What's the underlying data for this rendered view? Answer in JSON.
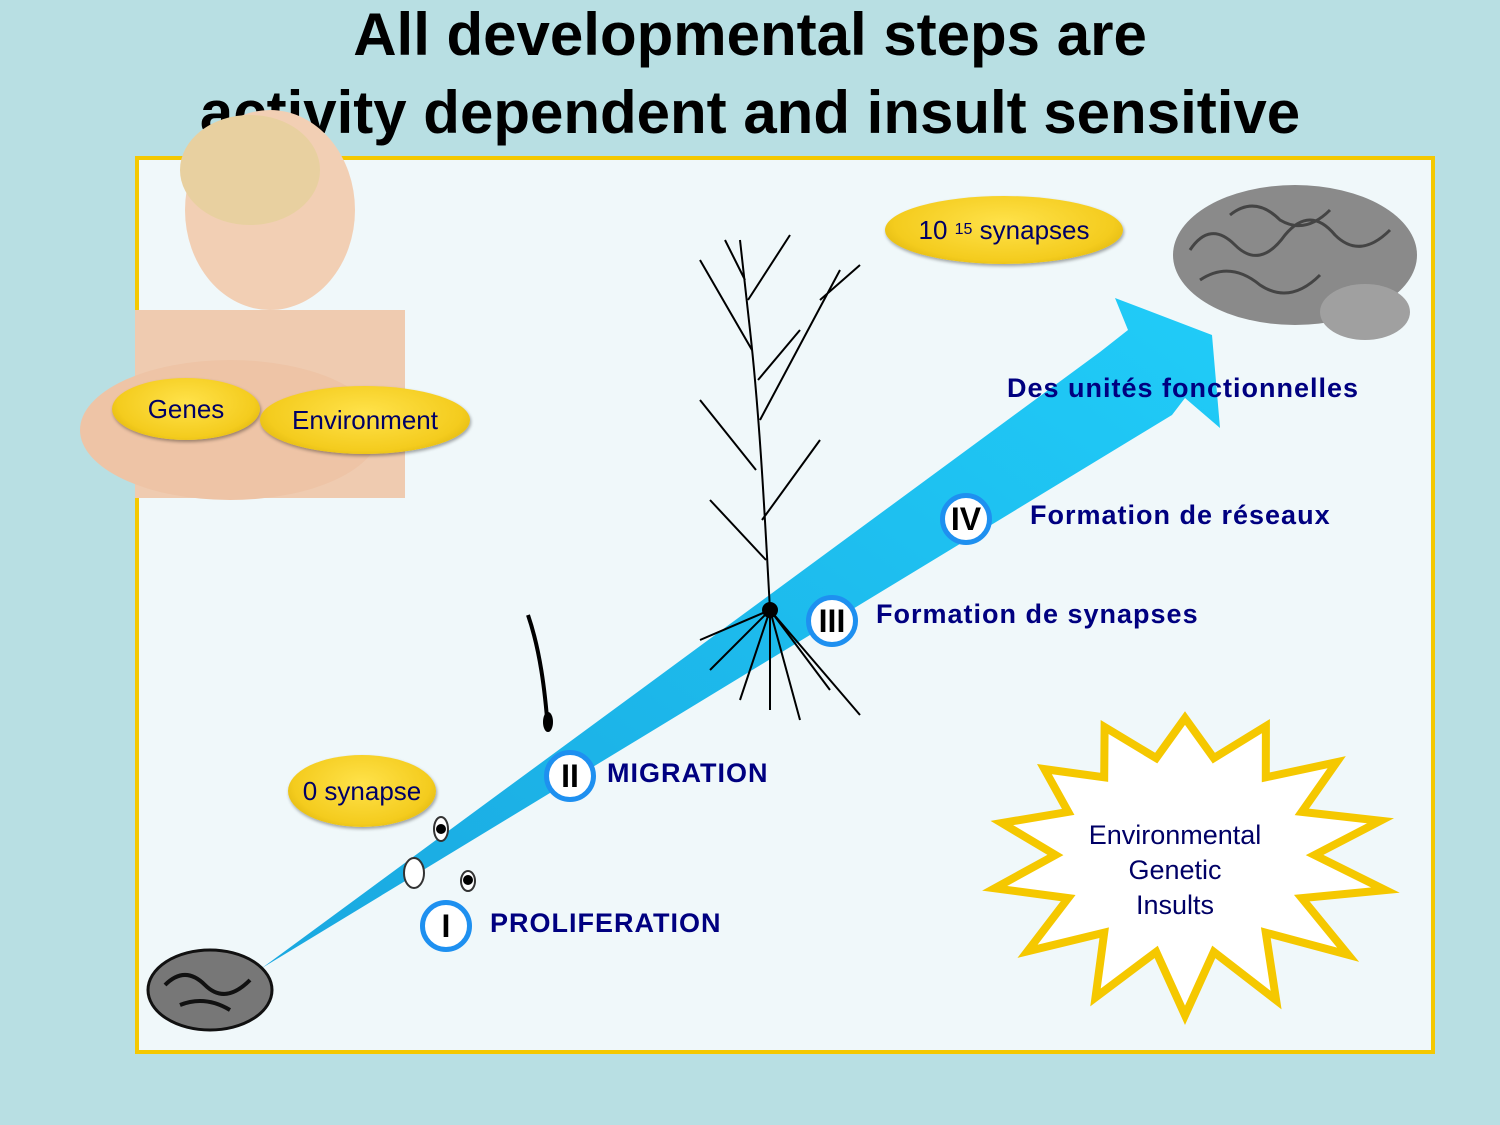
{
  "title": {
    "line1": "All developmental steps are",
    "line2": "activity dependent and insult sensitive"
  },
  "labels": {
    "genes": "Genes",
    "environment": "Environment",
    "synapses_adult_base": "10",
    "synapses_adult_exp": "15",
    "synapses_adult_word": "synapses",
    "synapses_zero": "0 synapse"
  },
  "stages": [
    {
      "numeral": "I",
      "label": "PROLIFERATION"
    },
    {
      "numeral": "II",
      "label": "MIGRATION"
    },
    {
      "numeral": "III",
      "label": "Formation de synapses"
    },
    {
      "numeral": "IV",
      "label": "Formation de réseaux"
    }
  ],
  "functional_units": "Des unités fonctionnelles",
  "insults": [
    "Environmental",
    "Genetic",
    "Insults"
  ],
  "colors": {
    "background": "#b8dfe3",
    "panel": "#f0f8fa",
    "border": "#f5c800",
    "arrow": "#12bdf0",
    "text_navy": "#000080"
  }
}
